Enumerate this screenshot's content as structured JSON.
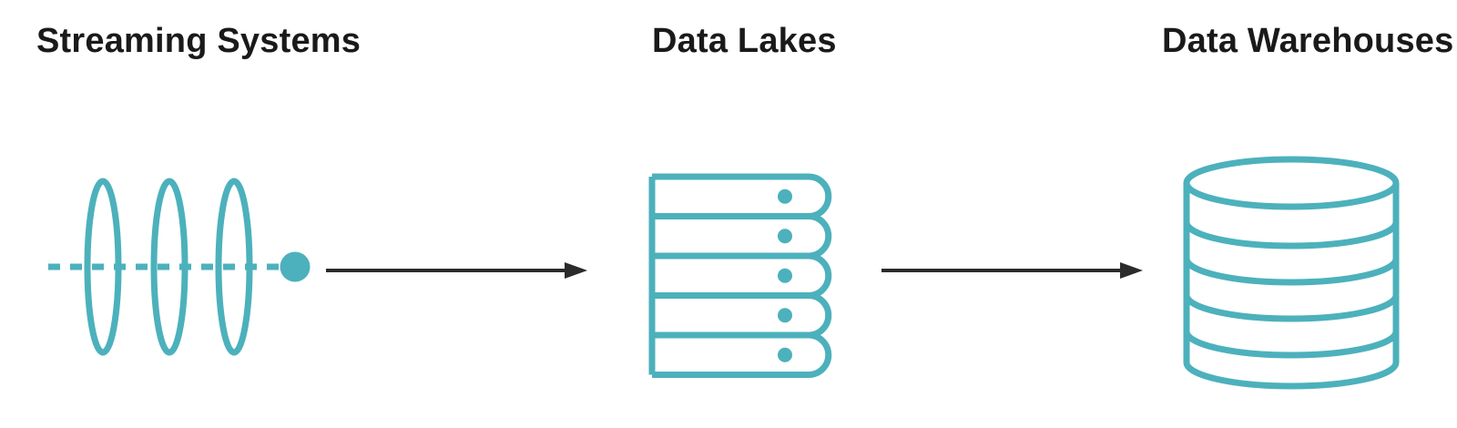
{
  "diagram": {
    "nodes": [
      {
        "id": "streaming-systems",
        "label": "Streaming Systems",
        "icon": "stream-pulse-icon"
      },
      {
        "id": "data-lakes",
        "label": "Data Lakes",
        "icon": "stacked-logs-icon"
      },
      {
        "id": "data-warehouses",
        "label": "Data Warehouses",
        "icon": "database-cylinder-icon"
      }
    ],
    "connections": [
      {
        "from": "streaming-systems",
        "to": "data-lakes",
        "style": "solid-arrow"
      },
      {
        "from": "data-lakes",
        "to": "data-warehouses",
        "style": "solid-arrow"
      }
    ]
  },
  "colors": {
    "accent_teal": "#4CB1BC",
    "arrow_black": "#2B2B2B",
    "text": "#1A1A1A",
    "background": "#FFFFFF"
  }
}
